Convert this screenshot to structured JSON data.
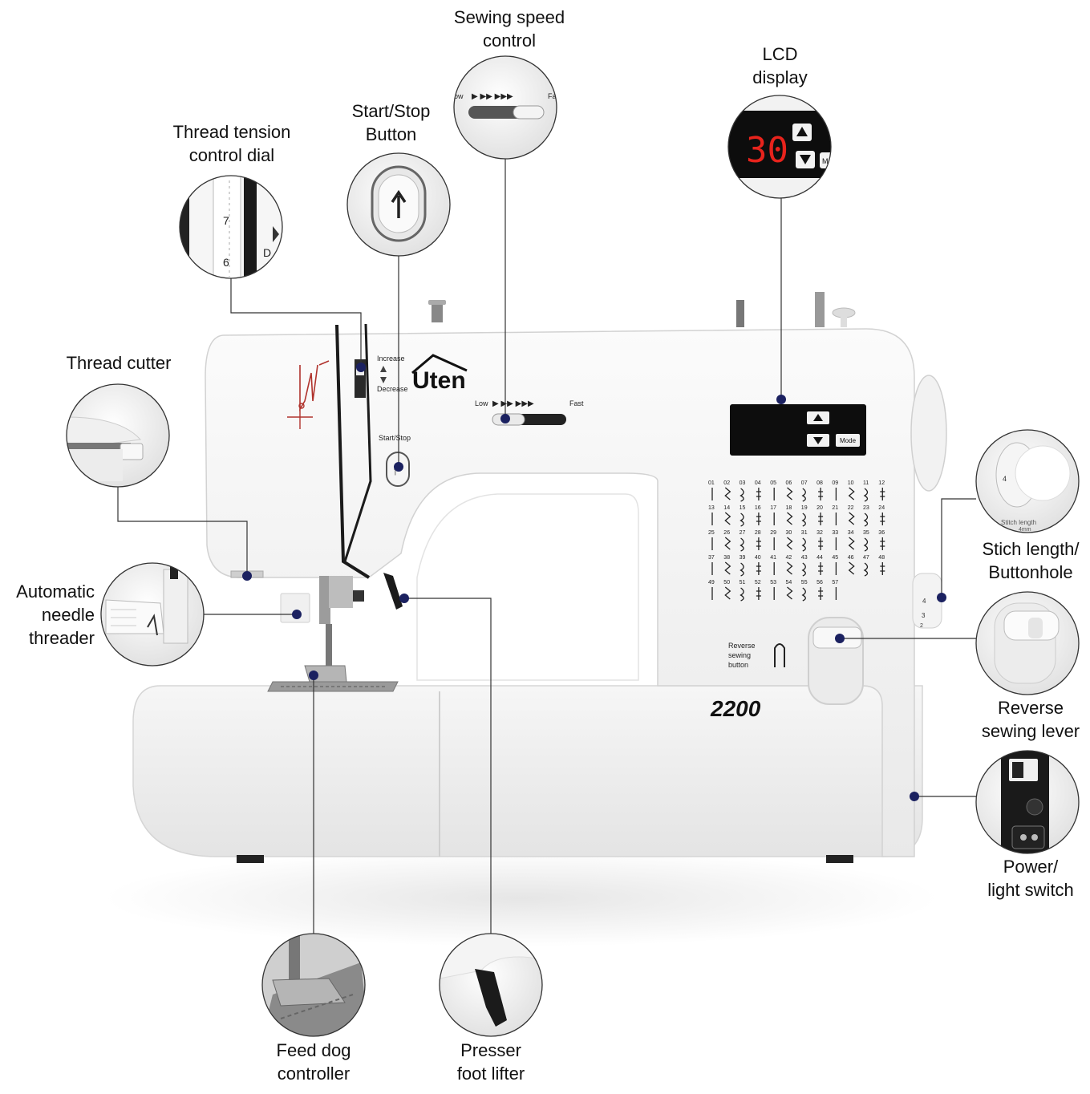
{
  "callouts": {
    "speed": [
      "Sewing speed",
      "control"
    ],
    "lcd": [
      "LCD",
      "display"
    ],
    "startstop": [
      "Start/Stop",
      "Button"
    ],
    "tension": [
      "Thread tension",
      "control dial"
    ],
    "cutter": [
      "Thread cutter"
    ],
    "threader": [
      "Automatic",
      "needle",
      "threader"
    ],
    "stitch": [
      "Stich length/",
      "Buttonhole"
    ],
    "reverse": [
      "Reverse",
      "sewing lever"
    ],
    "power": [
      "Power/",
      "light switch"
    ],
    "feeddog": [
      "Feed dog",
      "controller"
    ],
    "presser": [
      "Presser",
      "foot lifter"
    ]
  },
  "machine": {
    "brand": "Uten",
    "model": "2200",
    "lcd_value": "30",
    "mode_label": "Mode",
    "speed_low": "Low",
    "speed_fast": "Fast",
    "increase": "Increase",
    "decrease": "Decrease",
    "start_stop": "Start/Stop",
    "reverse_button": [
      "Reverse",
      "sewing",
      "button"
    ],
    "stitch_count": 57,
    "tension_dial": [
      "7",
      "6",
      "D"
    ],
    "stitch_dial": [
      "4",
      "3",
      "2"
    ],
    "stitch_length_zoom": [
      "Stitch length",
      "4mm"
    ],
    "speed_zoom": [
      "ow",
      "Fa"
    ],
    "lcd_zoom_mode": "Mo"
  },
  "colors": {
    "callout_dot": "#1b2160",
    "leader": "#333333",
    "machine_body": "#f4f4f4",
    "lcd_panel": "#0d0d0d",
    "lcd_digits": "#e8231c"
  }
}
